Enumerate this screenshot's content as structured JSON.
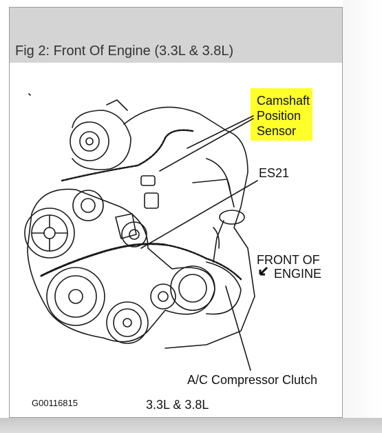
{
  "title": "Fig 2: Front Of Engine (3.3L & 3.8L)",
  "labels": {
    "camshaft_line1": "Camshaft",
    "camshaft_line2": "Position",
    "camshaft_line3": "Sensor",
    "es21": "ES21",
    "front_line1": "FRONT OF",
    "front_line2": "ENGINE",
    "compressor": "A/C Compressor Clutch",
    "figure_id": "G00116815",
    "engine_size": "3.3L & 3.8L"
  },
  "colors": {
    "highlight": "#ffff2a",
    "title_bar": "#d4d4d4"
  },
  "icons": {
    "front_arrow": "arrow-down-left-icon"
  }
}
